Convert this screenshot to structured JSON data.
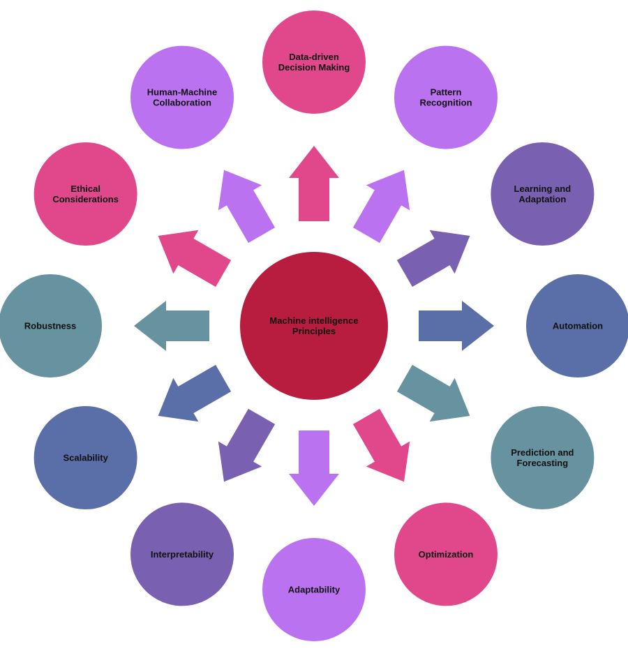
{
  "center": {
    "lines": [
      "Machine intelligence",
      "Principles"
    ],
    "color": "#b81c3e"
  },
  "nodes": [
    {
      "lines": [
        "Data-driven",
        "Decision Making"
      ],
      "color": "#e0488b"
    },
    {
      "lines": [
        "Pattern",
        "Recognition"
      ],
      "color": "#bb72f0"
    },
    {
      "lines": [
        "Learning and",
        "Adaptation"
      ],
      "color": "#7960b0"
    },
    {
      "lines": [
        "Automation"
      ],
      "color": "#5a6ea8"
    },
    {
      "lines": [
        "Prediction and",
        "Forecasting"
      ],
      "color": "#67929f"
    },
    {
      "lines": [
        "Optimization"
      ],
      "color": "#e0488b"
    },
    {
      "lines": [
        "Adaptability"
      ],
      "color": "#bb72f0"
    },
    {
      "lines": [
        "Interpretability"
      ],
      "color": "#7960b0"
    },
    {
      "lines": [
        "Scalability"
      ],
      "color": "#5a6ea8"
    },
    {
      "lines": [
        "Robustness"
      ],
      "color": "#67929f"
    },
    {
      "lines": [
        "Ethical",
        "Considerations"
      ],
      "color": "#e0488b"
    },
    {
      "lines": [
        "Human-Machine",
        "Collaboration"
      ],
      "color": "#bb72f0"
    }
  ]
}
